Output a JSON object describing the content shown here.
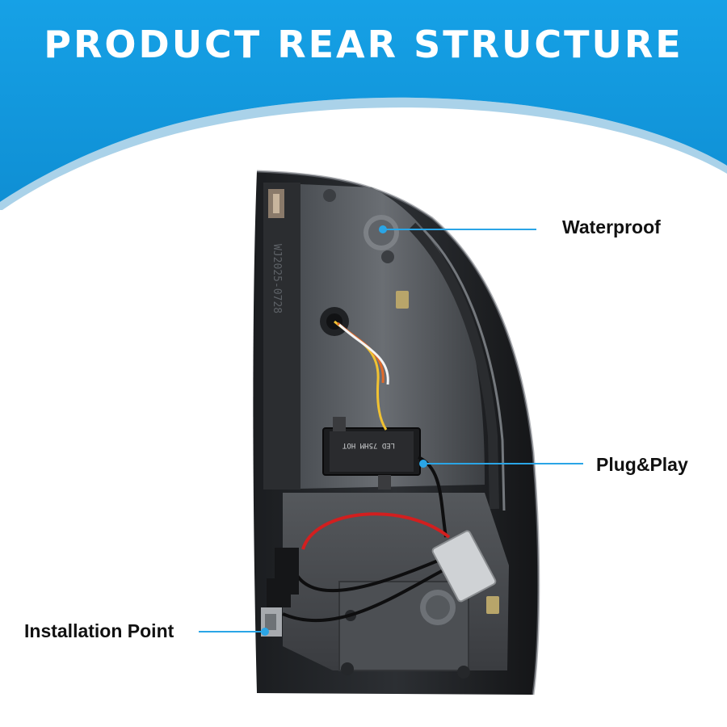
{
  "header": {
    "title": "PRODUCT REAR STRUCTURE",
    "color": "#1a9ce0"
  },
  "callouts": [
    {
      "id": "waterproof",
      "label": "Waterproof"
    },
    {
      "id": "plug-play",
      "label": "Plug&Play"
    },
    {
      "id": "installation-point",
      "label": "Installation Point"
    }
  ],
  "callout_color": "#2aa5e6",
  "product": {
    "part_number": "WJ2025-0728",
    "module_label": "LED 75HM HOT"
  }
}
